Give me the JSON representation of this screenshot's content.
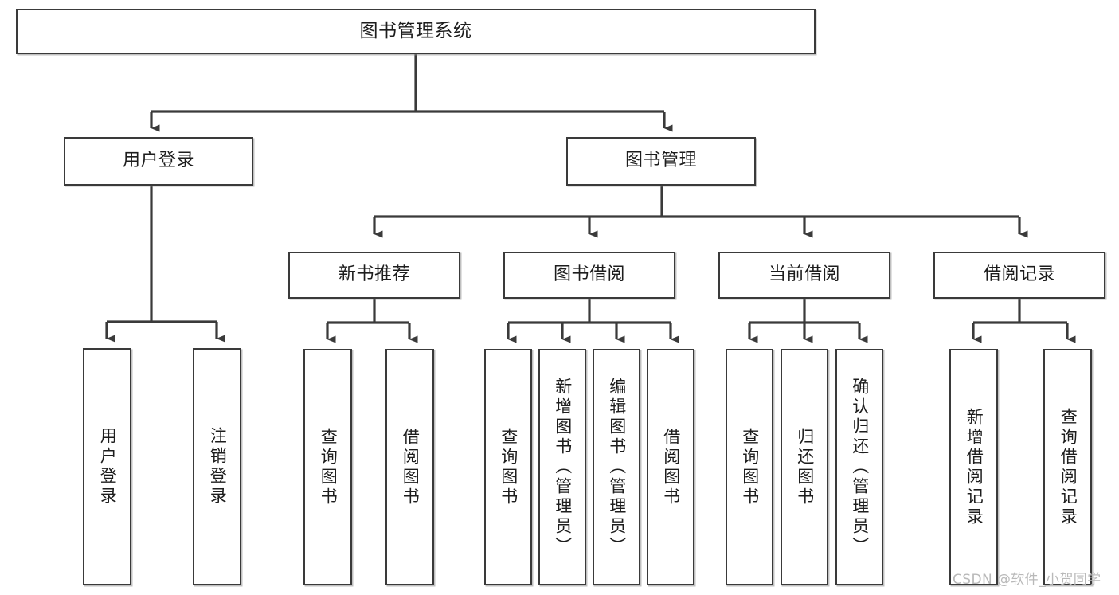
{
  "diagram": {
    "title": "图书管理系统",
    "type": "tree-hierarchy-diagram",
    "colors": {
      "box_border": "#3a3a3a",
      "box_fill": "#ffffff",
      "connector": "#3a3a3a",
      "text": "#1d1d1d",
      "watermark": "#b9b9b9",
      "background": "#ffffff"
    },
    "watermark": "CSDN @软件_小贺同学",
    "nodes": {
      "root": {
        "label": "图书管理系统"
      },
      "level2": [
        {
          "id": "user-login",
          "label": "用户登录"
        },
        {
          "id": "book-management",
          "label": "图书管理"
        }
      ],
      "level3": [
        {
          "id": "new-book-recommend",
          "label": "新书推荐"
        },
        {
          "id": "book-borrow",
          "label": "图书借阅"
        },
        {
          "id": "current-borrow",
          "label": "当前借阅"
        },
        {
          "id": "borrow-record",
          "label": "借阅记录"
        }
      ],
      "leaves": [
        {
          "id": "leaf-user-login",
          "label": "用户登录",
          "parent": "user-login"
        },
        {
          "id": "leaf-logout-login",
          "label": "注销登录",
          "parent": "user-login"
        },
        {
          "id": "leaf-query-book-1",
          "label": "查询图书",
          "parent": "new-book-recommend"
        },
        {
          "id": "leaf-borrow-book-1",
          "label": "借阅图书",
          "parent": "new-book-recommend"
        },
        {
          "id": "leaf-query-book-2",
          "label": "查询图书",
          "parent": "book-borrow"
        },
        {
          "id": "leaf-add-book",
          "label": "新增图书（管理员）",
          "parent": "book-borrow"
        },
        {
          "id": "leaf-edit-book",
          "label": "编辑图书（管理员）",
          "parent": "book-borrow"
        },
        {
          "id": "leaf-borrow-book-2",
          "label": "借阅图书",
          "parent": "book-borrow"
        },
        {
          "id": "leaf-query-book-3",
          "label": "查询图书",
          "parent": "current-borrow"
        },
        {
          "id": "leaf-return-book",
          "label": "归还图书",
          "parent": "current-borrow"
        },
        {
          "id": "leaf-confirm-return",
          "label": "确认归还（管理员）",
          "parent": "current-borrow"
        },
        {
          "id": "leaf-add-record",
          "label": "新增借阅记录",
          "parent": "borrow-record"
        },
        {
          "id": "leaf-query-record",
          "label": "查询借阅记录",
          "parent": "borrow-record"
        }
      ]
    }
  }
}
